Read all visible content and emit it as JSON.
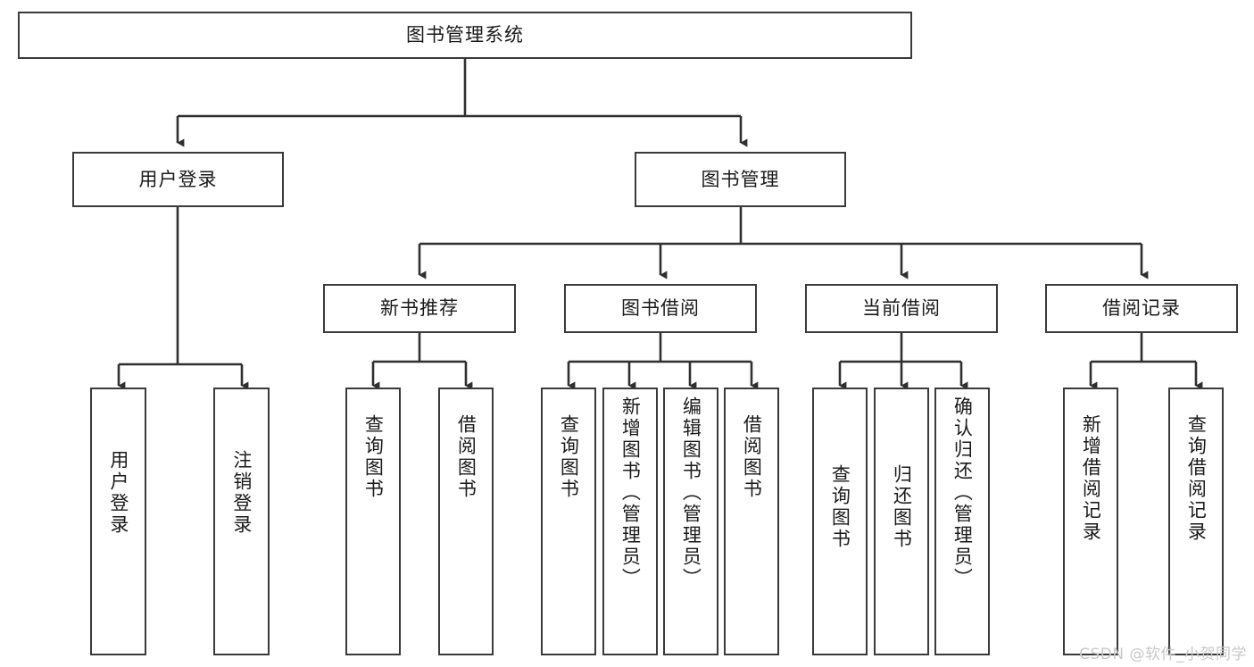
{
  "diagram": {
    "title": "图书管理系统",
    "watermark": "CSDN @软件_小贺同学",
    "line_color": "#3a3a3a",
    "box_fill": "#ffffff",
    "text_color": "#1a1a1a"
  },
  "nodes": {
    "root": {
      "label": "图书管理系统"
    },
    "level2": [
      {
        "label": "用户登录"
      },
      {
        "label": "图书管理"
      }
    ],
    "level3": [
      {
        "label": "新书推荐"
      },
      {
        "label": "图书借阅"
      },
      {
        "label": "当前借阅"
      },
      {
        "label": "借阅记录"
      }
    ],
    "leaves": {
      "user_login": [
        {
          "label": "用户登录"
        },
        {
          "label": "注销登录"
        }
      ],
      "new_book": [
        {
          "label": "查询图书"
        },
        {
          "label": "借阅图书"
        }
      ],
      "book_borrow": [
        {
          "label": "查询图书"
        },
        {
          "label": "新增图书（管理员）"
        },
        {
          "label": "编辑图书（管理员）"
        },
        {
          "label": "借阅图书"
        }
      ],
      "current_borrow": [
        {
          "label": "查询图书"
        },
        {
          "label": "归还图书"
        },
        {
          "label": "确认归还（管理员）"
        }
      ],
      "borrow_record": [
        {
          "label": "新增借阅记录"
        },
        {
          "label": "查询借阅记录"
        }
      ]
    }
  },
  "chart_data": {
    "type": "tree-diagram",
    "title": "图书管理系统",
    "orientation": "top-down",
    "levels": 4,
    "tree": {
      "name": "图书管理系统",
      "children": [
        {
          "name": "用户登录",
          "children": [
            {
              "name": "用户登录"
            },
            {
              "name": "注销登录"
            }
          ]
        },
        {
          "name": "图书管理",
          "children": [
            {
              "name": "新书推荐",
              "children": [
                {
                  "name": "查询图书"
                },
                {
                  "name": "借阅图书"
                }
              ]
            },
            {
              "name": "图书借阅",
              "children": [
                {
                  "name": "查询图书"
                },
                {
                  "name": "新增图书（管理员）"
                },
                {
                  "name": "编辑图书（管理员）"
                },
                {
                  "name": "借阅图书"
                }
              ]
            },
            {
              "name": "当前借阅",
              "children": [
                {
                  "name": "查询图书"
                },
                {
                  "name": "归还图书"
                },
                {
                  "name": "确认归还（管理员）"
                }
              ]
            },
            {
              "name": "借阅记录",
              "children": [
                {
                  "name": "新增借阅记录"
                },
                {
                  "name": "查询借阅记录"
                }
              ]
            }
          ]
        }
      ]
    }
  }
}
